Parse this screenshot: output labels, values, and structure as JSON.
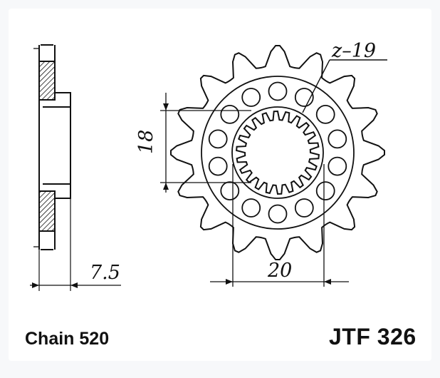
{
  "drawing": {
    "tooth_label": "z–19",
    "dim_bore_height": "18",
    "dim_bore_width": "20",
    "dim_thickness": "7.5"
  },
  "footer": {
    "chain_label": "Chain 520",
    "part_number": "JTF 326"
  },
  "colors": {
    "ink": "#111111",
    "paper": "#ffffff",
    "background": "#f7f8fa"
  }
}
